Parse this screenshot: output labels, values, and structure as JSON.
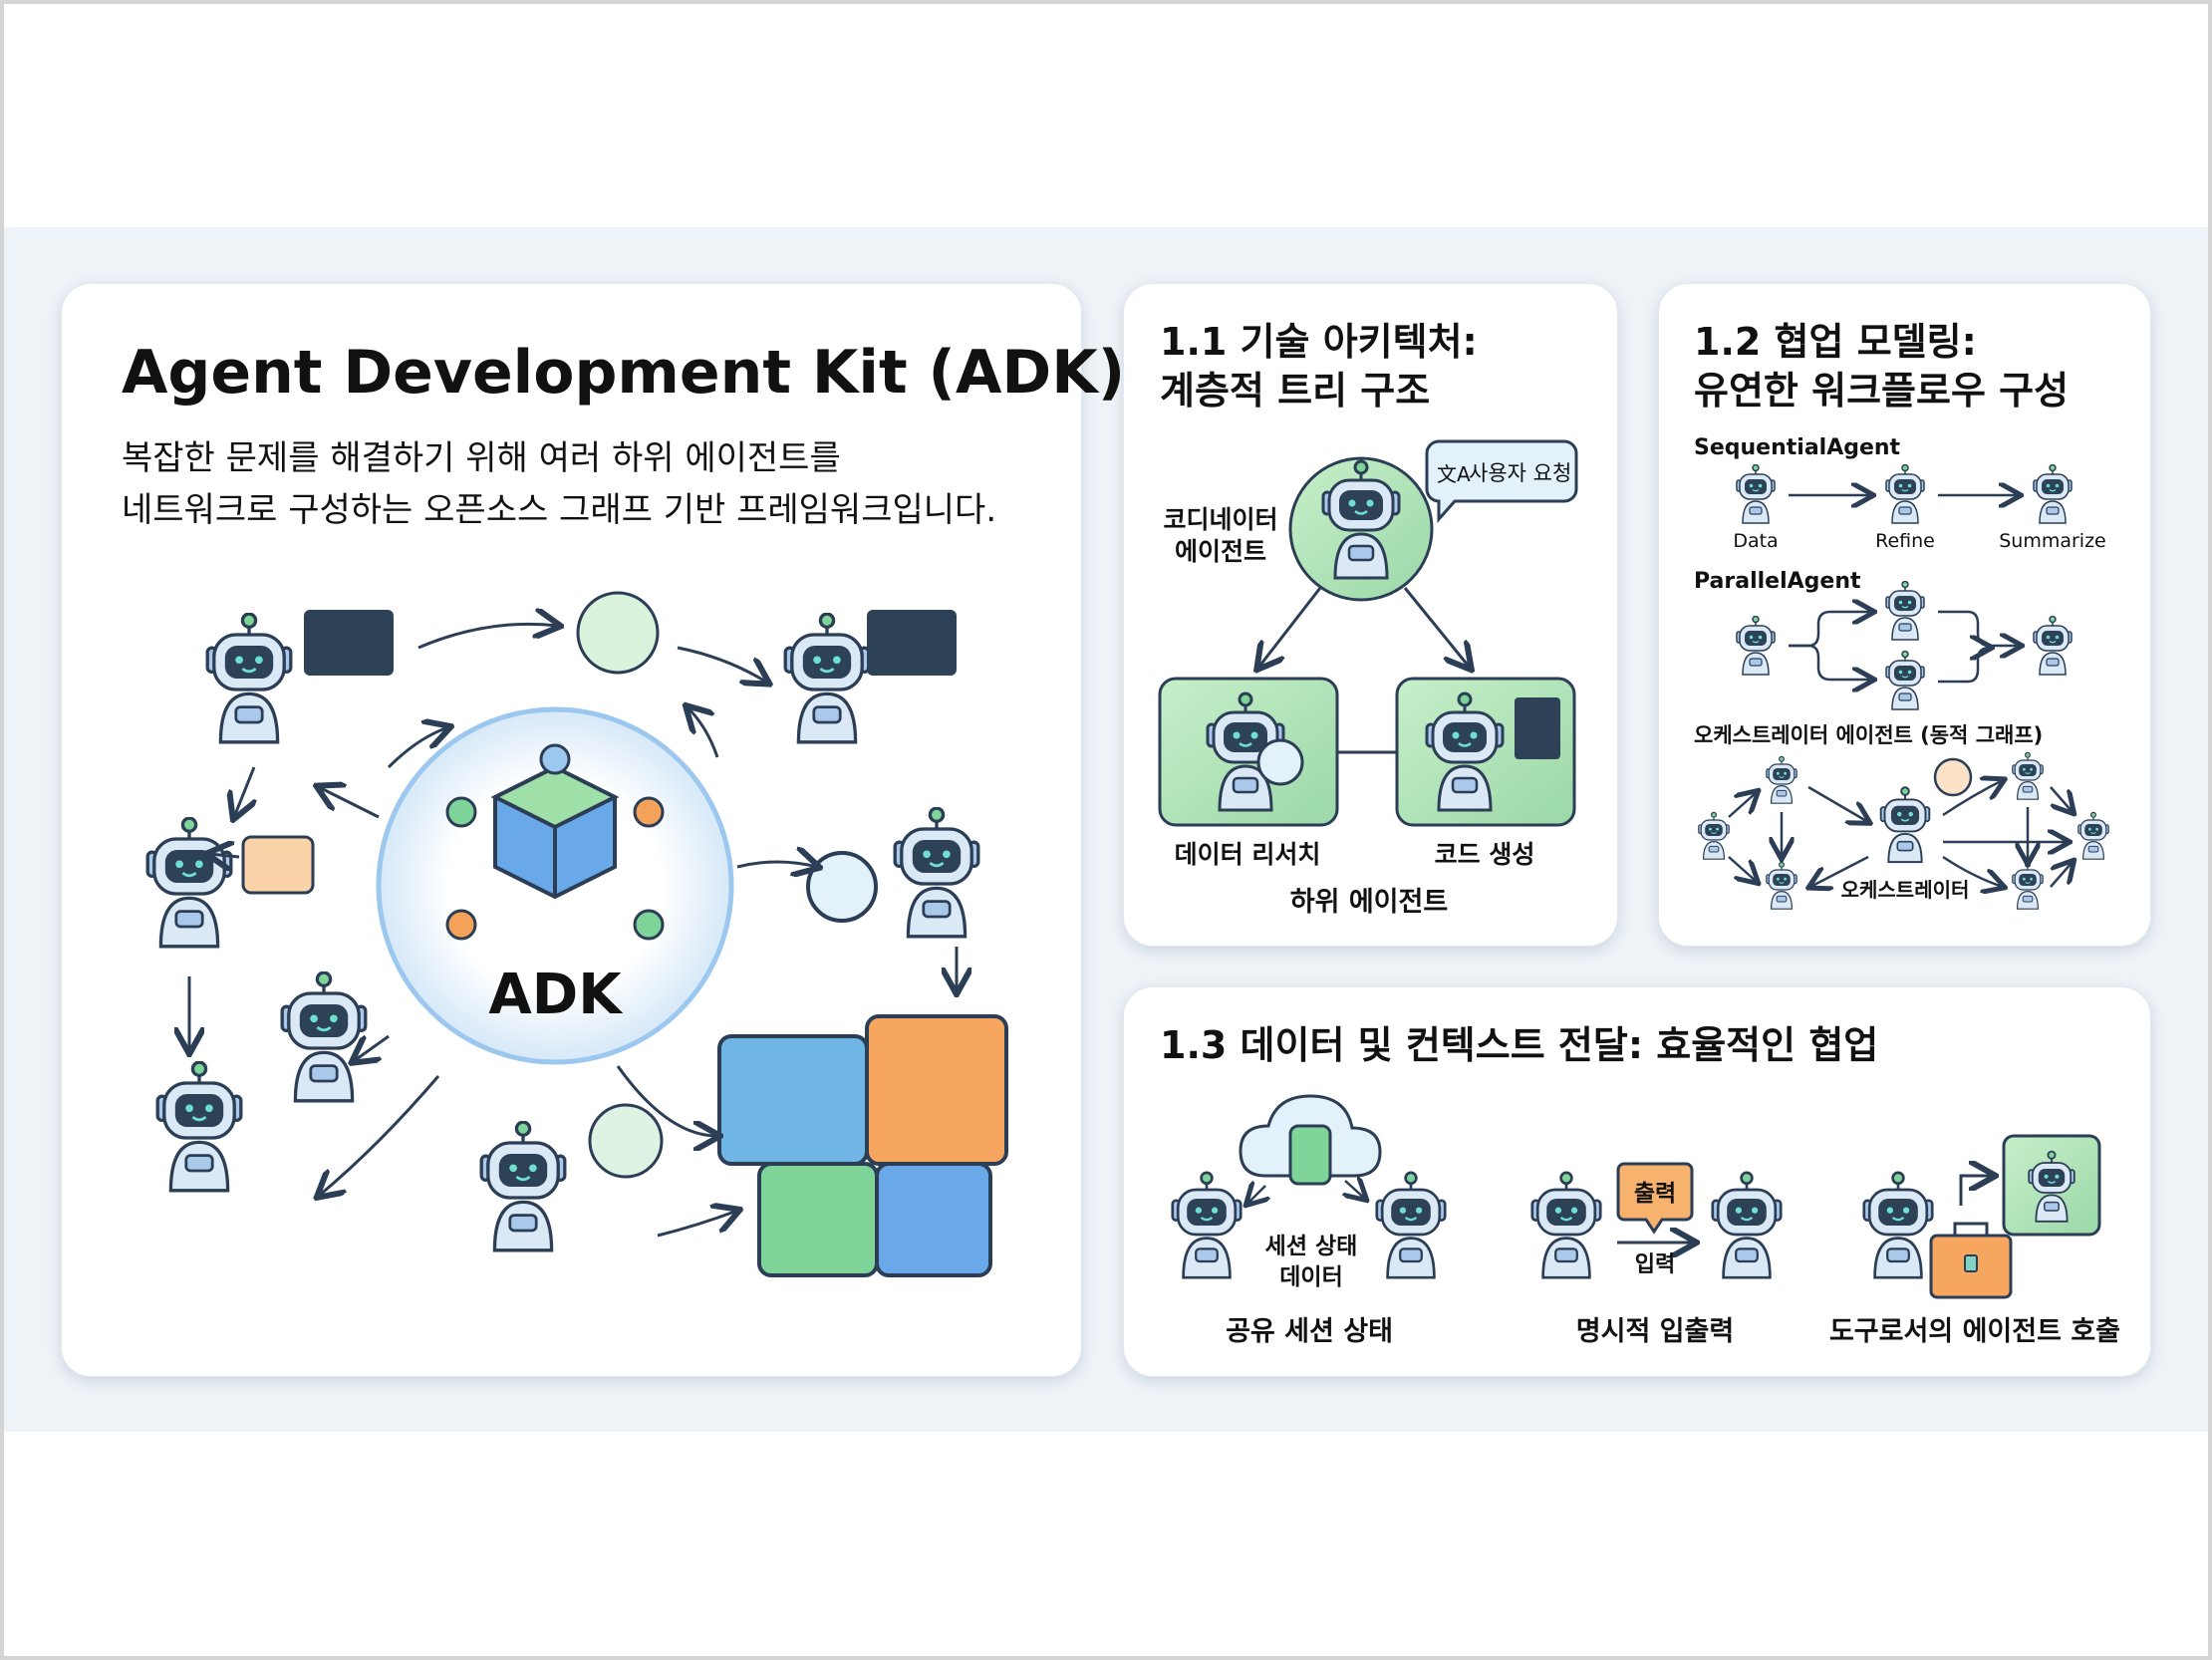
{
  "main_card": {
    "title": "Agent Development Kit (ADK)",
    "subtitle_lines": [
      "복잡한 문제를 해결하기 위해 여러 하위 에이전트를",
      "네트워크로 구성하는 오픈소스 그래프 기반 프레임워크입니다."
    ],
    "center_label": "ADK"
  },
  "card_1_1": {
    "title_lines": [
      "1.1 기술 아키텍처:",
      "계층적 트리 구조"
    ],
    "coordinator_label_lines": [
      "코디네이터",
      "에이전트"
    ],
    "user_request": "사용자 요청",
    "sub_agents": [
      "데이터 리서치",
      "코드 생성"
    ],
    "sub_agents_caption": "하위 에이전트"
  },
  "card_1_2": {
    "title_lines": [
      "1.2 협업 모델링:",
      "유연한 워크플로우 구성"
    ],
    "sequential_label": "SequentialAgent",
    "sequential_steps": [
      "Data",
      "Refine",
      "Summarize"
    ],
    "parallel_label": "ParallelAgent",
    "orchestrator_section": "오케스트레이터 에이전트 (동적 그래프)",
    "orchestrator_label": "오케스트레이터"
  },
  "card_1_3": {
    "title": "1.3 데이터 및 컨텍스트 전달: 효율적인 협업",
    "session_data_lines": [
      "세션 상태",
      "데이터"
    ],
    "output_badge": "출력",
    "input_label": "입력",
    "captions": [
      "공유 세션 상태",
      "명시적 입출력",
      "도구로서의 에이전트 호출"
    ]
  },
  "colors": {
    "robot_fill": "#dbe9f7",
    "robot_stroke": "#2c3e55",
    "green": "#7fd49a",
    "orange": "#f4a259",
    "blue": "#6aa9e9"
  }
}
